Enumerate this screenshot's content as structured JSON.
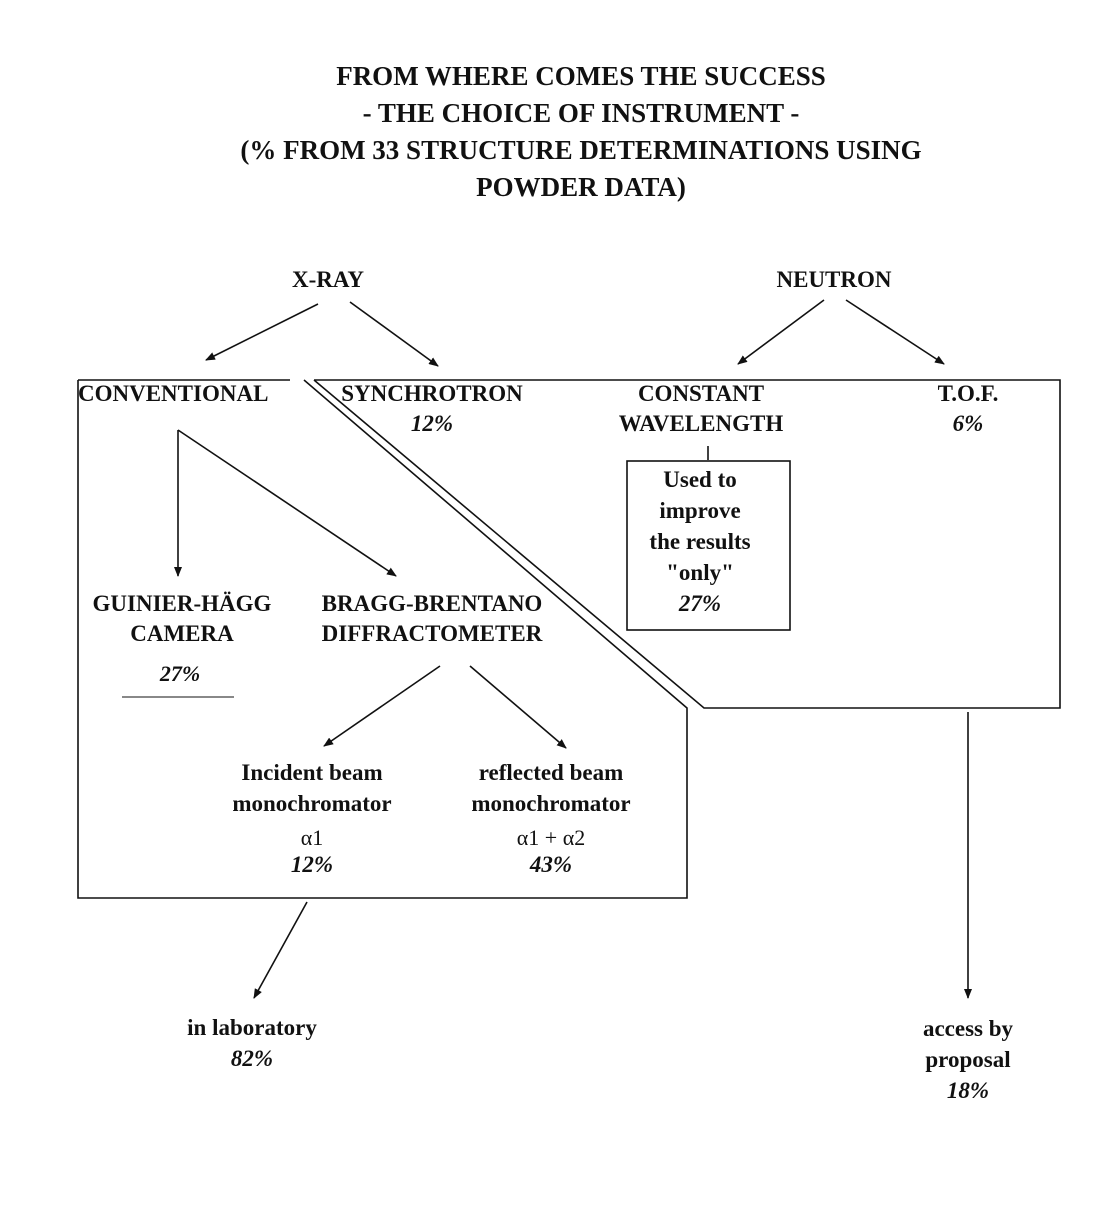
{
  "title": {
    "line1": "FROM WHERE COMES THE SUCCESS",
    "line2": "- THE CHOICE OF INSTRUMENT -",
    "line3": "(% FROM 33 STRUCTURE DETERMINATIONS USING",
    "line4": "POWDER DATA)"
  },
  "xray": {
    "label": "X-RAY"
  },
  "neutron": {
    "label": "NEUTRON"
  },
  "conventional": {
    "label": "CONVENTIONAL"
  },
  "synchrotron": {
    "label": "SYNCHROTRON",
    "pct": "12%"
  },
  "constant_wavelength": {
    "line1": "CONSTANT",
    "line2": "WAVELENGTH"
  },
  "tof": {
    "label": "T.O.F.",
    "pct": "6%"
  },
  "used_box": {
    "line1": "Used to",
    "line2": "improve",
    "line3": "the results",
    "line4": "\"only\"",
    "pct": "27%"
  },
  "guinier": {
    "line1": "GUINIER-HÄGG",
    "line2": "CAMERA",
    "pct": "27%"
  },
  "bragg": {
    "line1": "BRAGG-BRENTANO",
    "line2": "DIFFRACTOMETER"
  },
  "incident": {
    "line1": "Incident beam",
    "line2": "monochromator",
    "alpha": "α1",
    "pct": "12%"
  },
  "reflected": {
    "line1": "reflected beam",
    "line2": "monochromator",
    "alpha": "α1 + α2",
    "pct": "43%"
  },
  "laboratory": {
    "line1": "in laboratory",
    "pct": "82%"
  },
  "proposal": {
    "line1": "access by",
    "line2": "proposal",
    "pct": "18%"
  }
}
